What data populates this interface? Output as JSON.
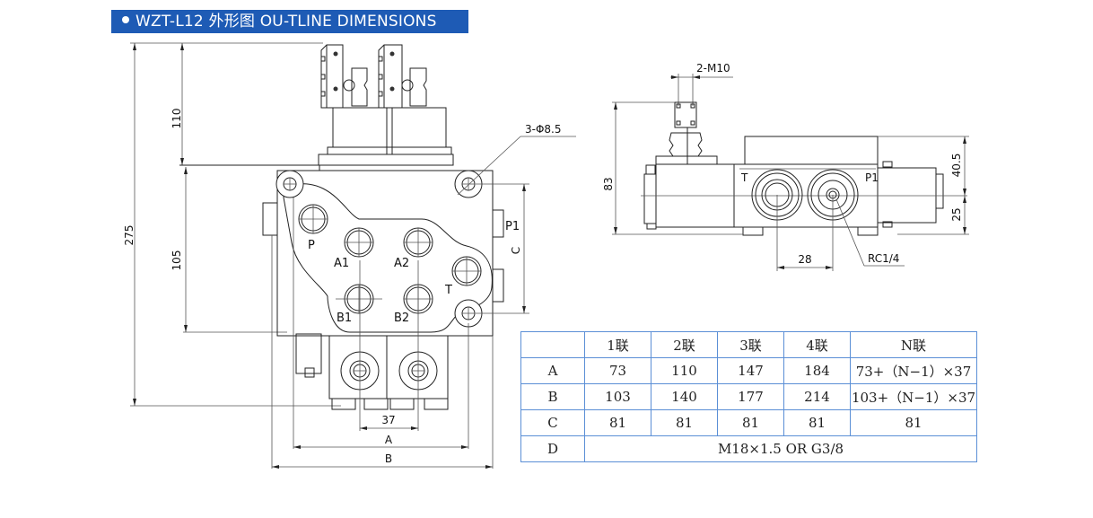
{
  "header": {
    "title": "WZT-L12 外形图  OU-TLINE DIMENSIONS",
    "accent_color": "#1e5bb5"
  },
  "front_view": {
    "dimensions": {
      "overall_height": "275",
      "handle_height": "110",
      "body_height": "105",
      "section_pitch": "37",
      "width_a": "A",
      "width_b": "B",
      "mounting_c": "C",
      "mounting_holes": "3-Φ8.5"
    },
    "ports": {
      "p": "P",
      "p1": "P1",
      "a1": "A1",
      "a2": "A2",
      "b1": "B1",
      "b2": "B2",
      "t": "T"
    }
  },
  "side_view": {
    "dimensions": {
      "height": "83",
      "upper": "40.5",
      "lower": "25",
      "port_spacing": "28",
      "thread": "2-M10",
      "gauge_port": "RC1/4"
    },
    "ports": {
      "t": "T",
      "p1": "P1"
    }
  },
  "spec_table": {
    "columns": [
      "",
      "1联",
      "2联",
      "3联",
      "4联",
      "N联"
    ],
    "rows": [
      {
        "label": "A",
        "values": [
          "73",
          "110",
          "147",
          "184",
          "73+（N−1）×37"
        ]
      },
      {
        "label": "B",
        "values": [
          "103",
          "140",
          "177",
          "214",
          "103+（N−1）×37"
        ]
      },
      {
        "label": "C",
        "values": [
          "81",
          "81",
          "81",
          "81",
          "81"
        ]
      },
      {
        "label": "D",
        "merged": "M18×1.5 OR G3/8"
      }
    ]
  }
}
